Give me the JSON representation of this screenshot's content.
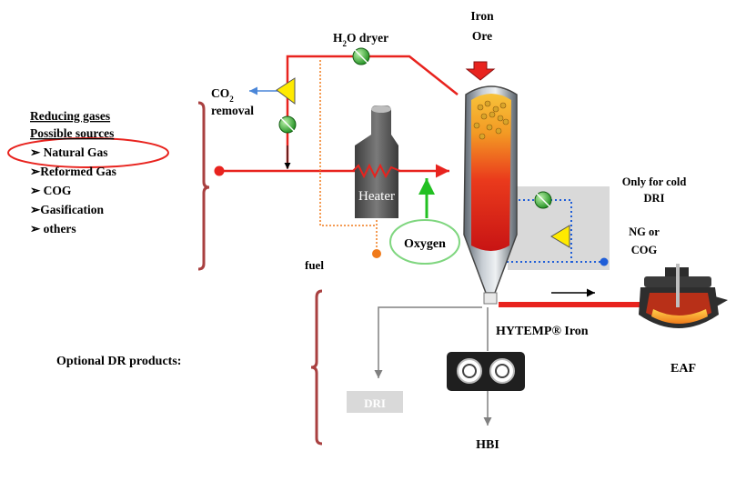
{
  "labels": {
    "iron_ore_line1": "Iron",
    "iron_ore_line2": "Ore",
    "h2o_dryer_prefix": "H",
    "h2o_dryer_sub": "2",
    "h2o_dryer_suffix": "O dryer",
    "co2_prefix": "CO",
    "co2_sub": "2",
    "co2_removal": "removal",
    "heater": "Heater",
    "oxygen": "Oxygen",
    "fuel": "fuel",
    "only_cold_line1": "Only for cold",
    "only_cold_line2": "DRI",
    "ng_cog_line1": "NG or",
    "ng_cog_line2": "COG",
    "hytemp": "HYTEMP® Iron",
    "eaf": "EAF",
    "dri": "DRI",
    "hbi": "HBI",
    "optional_dr": "Optional DR products:"
  },
  "reducing_gases": {
    "heading": "Reducing gases",
    "subheading": "Possible sources",
    "items": [
      "➢ Natural Gas",
      "➢Reformed Gas",
      "➢ COG",
      "➢Gasification",
      "➢ others"
    ]
  },
  "colors": {
    "red_line": "#e8231e",
    "valve_green": "#22b022",
    "compressor_yellow": "#ffea00",
    "heater_gray": "#5a5a5a",
    "oxygen_green": "#55d655",
    "orange": "#f07a1a",
    "blue_dotted": "#1f5ed8",
    "panel_gray": "#d9d9d9",
    "brace_red": "#a94040"
  },
  "icons": [
    "valve-icon",
    "compressor-icon",
    "heater-icon",
    "shaft-furnace-icon",
    "briquetting-press-icon",
    "eaf-icon",
    "arrow-down-icon"
  ]
}
